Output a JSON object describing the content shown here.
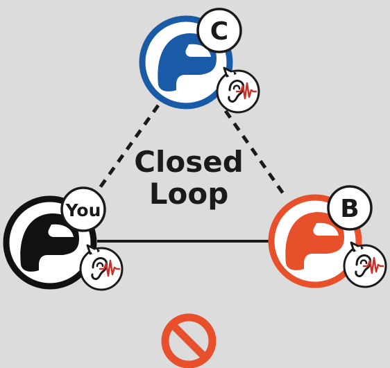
{
  "diagram": {
    "center_label_line1": "Closed",
    "center_label_line2": "Loop",
    "nodes": [
      {
        "id": "c",
        "label": "C",
        "color": "#1a5ba8",
        "icon": "helmet-icon"
      },
      {
        "id": "you",
        "label": "You",
        "color": "#111111",
        "icon": "helmet-icon"
      },
      {
        "id": "b",
        "label": "B",
        "color": "#e8502c",
        "icon": "helmet-icon"
      }
    ],
    "links": [
      {
        "from": "c",
        "to": "you",
        "style": "dashed"
      },
      {
        "from": "c",
        "to": "b",
        "style": "dashed"
      },
      {
        "from": "you",
        "to": "b",
        "style": "solid"
      }
    ],
    "listen_icon": "ear-waveform-icon",
    "prohibited_icon": "no-entry-icon",
    "colors": {
      "background": "#dcdcdc",
      "prohibited": "#e8502c",
      "line": "#1a1a1a",
      "wave": "#c8322a"
    }
  }
}
